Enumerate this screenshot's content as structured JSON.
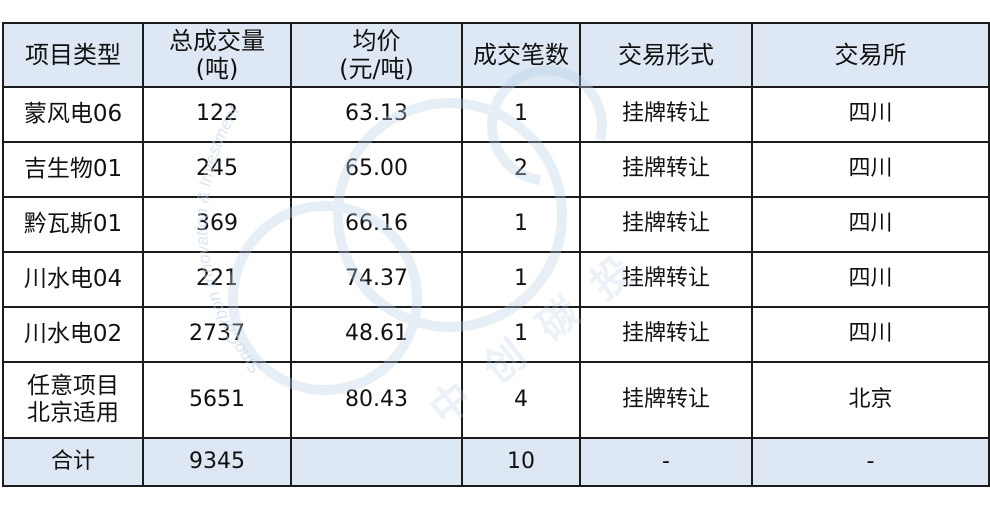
{
  "table": {
    "columns": [
      {
        "line1": "项目类型",
        "line2": ""
      },
      {
        "line1": "总成交量",
        "line2": "(吨)"
      },
      {
        "line1": "均价",
        "line2": "(元/吨)"
      },
      {
        "line1": "成交笔数",
        "line2": ""
      },
      {
        "line1": "交易形式",
        "line2": ""
      },
      {
        "line1": "交易所",
        "line2": ""
      }
    ],
    "rows": [
      {
        "type_line1": "蒙风电06",
        "type_line2": "",
        "volume": "122",
        "price": "63.13",
        "count": "1",
        "form": "挂牌转让",
        "exchange": "四川"
      },
      {
        "type_line1": "吉生物01",
        "type_line2": "",
        "volume": "245",
        "price": "65.00",
        "count": "2",
        "form": "挂牌转让",
        "exchange": "四川"
      },
      {
        "type_line1": "黔瓦斯01",
        "type_line2": "",
        "volume": "369",
        "price": "66.16",
        "count": "1",
        "form": "挂牌转让",
        "exchange": "四川"
      },
      {
        "type_line1": "川水电04",
        "type_line2": "",
        "volume": "221",
        "price": "74.37",
        "count": "1",
        "form": "挂牌转让",
        "exchange": "四川"
      },
      {
        "type_line1": "川水电02",
        "type_line2": "",
        "volume": "2737",
        "price": "48.61",
        "count": "1",
        "form": "挂牌转让",
        "exchange": "四川"
      },
      {
        "type_line1": "任意项目",
        "type_line2": "北京适用",
        "volume": "5651",
        "price": "80.43",
        "count": "4",
        "form": "挂牌转让",
        "exchange": "北京"
      }
    ],
    "total": {
      "label": "合计",
      "volume": "9345",
      "price": "",
      "count": "10",
      "form": "-",
      "exchange": "-"
    }
  },
  "watermark": {
    "cn_text": "中创碳投",
    "en_text": "SinoCarbon Innovation & Investment",
    "color": "#b9cfe6"
  }
}
